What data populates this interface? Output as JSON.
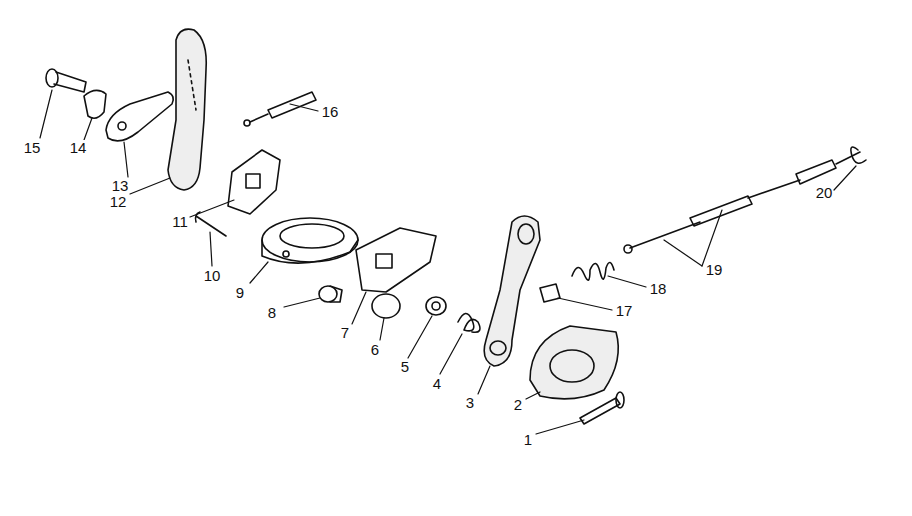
{
  "diagram": {
    "labels": [
      "15",
      "14",
      "13",
      "12",
      "16",
      "11",
      "10",
      "9",
      "8",
      "7",
      "6",
      "5",
      "4",
      "3",
      "2",
      "1",
      "17",
      "18",
      "19",
      "20"
    ]
  }
}
